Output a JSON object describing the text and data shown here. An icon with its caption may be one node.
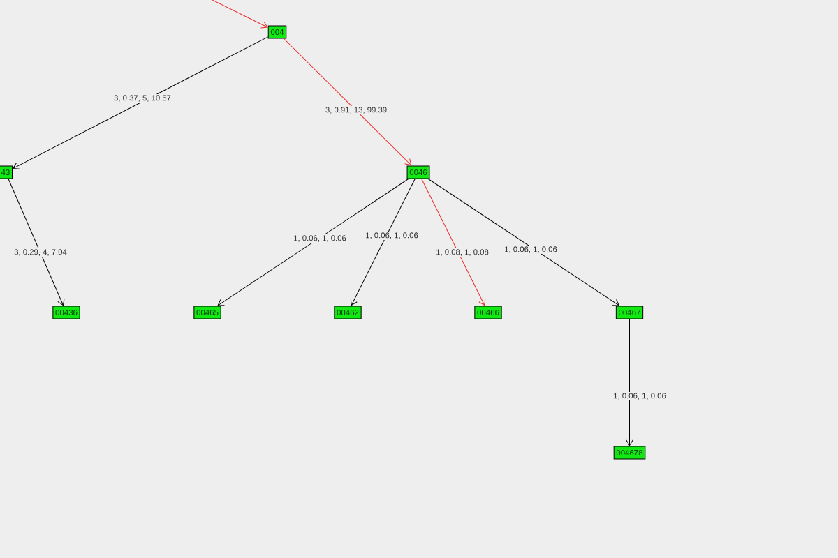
{
  "diagram": {
    "nodes": [
      {
        "text": [
          "004"
        ]
      },
      {
        "text": [
          "43"
        ]
      },
      {
        "text": [
          "0046"
        ]
      },
      {
        "text": [
          "00436"
        ]
      },
      {
        "text": [
          "00465"
        ]
      },
      {
        "text": [
          "00462"
        ]
      },
      {
        "text": [
          "00466"
        ]
      },
      {
        "text": [
          "00467"
        ]
      },
      {
        "text": [
          "004678"
        ]
      }
    ],
    "edges": [
      {
        "from": null,
        "to": 0,
        "arrow": "to",
        "color": "#ee2a2a"
      },
      {
        "from": 0,
        "to": 1,
        "arrow": "to",
        "label": "3, 0.37, 5, 10.57"
      },
      {
        "from": 0,
        "to": 2,
        "arrow": "to",
        "label": "3, 0.91, 13, 99.39",
        "color": "#ee2a2a"
      },
      {
        "from": 1,
        "to": 3,
        "arrow": "to",
        "label": "3, 0.29, 4, 7.04"
      },
      {
        "from": 2,
        "to": 4,
        "arrow": "to",
        "label": "1, 0.06, 1, 0.06"
      },
      {
        "from": 2,
        "to": 5,
        "arrow": "to",
        "label": "1, 0.06, 1, 0.06"
      },
      {
        "from": 2,
        "to": 6,
        "arrow": "to",
        "label": "1, 0.08, 1, 0.08",
        "color": "#ee2a2a"
      },
      {
        "from": 2,
        "to": 7,
        "arrow": "to",
        "label": "1, 0.06, 1, 0.06"
      },
      {
        "from": 7,
        "to": 8,
        "arrow": "to",
        "label": "1, 0.06, 1, 0.06"
      }
    ]
  }
}
